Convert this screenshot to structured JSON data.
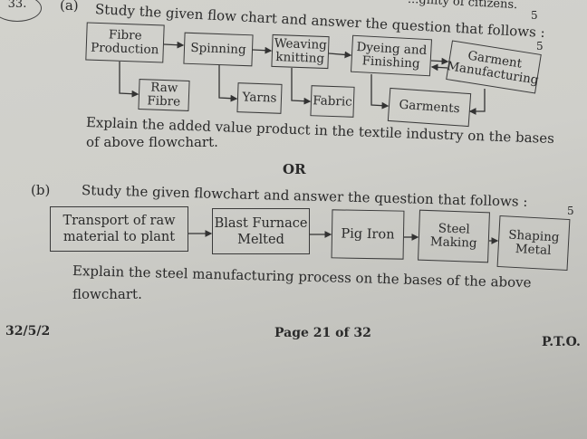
{
  "question_number": "33.",
  "top_fragment": "...gnity of citizens.",
  "marks_top": "5",
  "part_a": {
    "label": "(a)",
    "instruction": "Study the given flow chart and answer the question that follows :",
    "marks": "5",
    "flow": [
      "Fibre\nProduction",
      "Spinning",
      "Weaving\nknitting",
      "Dyeing and\nFinishing",
      "Garment\nManufacturing"
    ],
    "products": [
      "Raw\nFibre",
      "Yarns",
      "Fabric",
      "Garments"
    ],
    "question_line1": "Explain the added value product in the textile industry on the bases",
    "question_line2": "of above flowchart."
  },
  "or": "OR",
  "part_b": {
    "label": "(b)",
    "instruction": "Study the given flowchart and answer the question that follows :",
    "marks": "5",
    "flow": [
      "Transport of raw\nmaterial to plant",
      "Blast Furnace\nMelted",
      "Pig Iron",
      "Steel\nMaking",
      "Shaping\nMetal"
    ],
    "question_line1": "Explain the steel manufacturing process on the bases of the above",
    "question_line2": "flowchart."
  },
  "footer": {
    "code": "32/5/2",
    "page": "Page 21 of 32",
    "pto": "P.T.O."
  }
}
